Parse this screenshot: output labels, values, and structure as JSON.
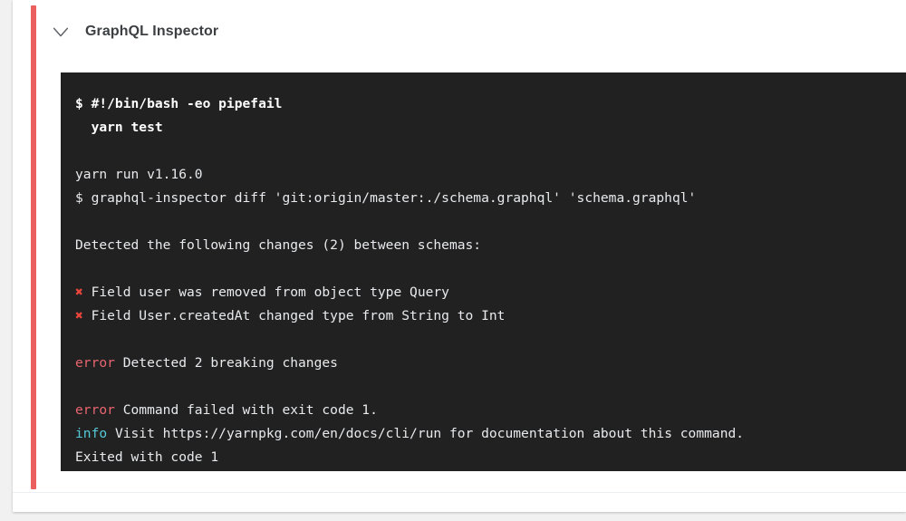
{
  "page": {
    "background_color": "#f1f1f1",
    "card_background": "#ffffff",
    "accent_color": "#ec5f5f"
  },
  "job": {
    "title": "GraphQL Inspector",
    "collapse_icon": "chevron-down-icon",
    "status_color": "#ec5f5f"
  },
  "console": {
    "background_color": "#212121",
    "text_color": "#e8eaed",
    "error_color": "#e8656f",
    "info_color": "#56c8d8",
    "cross_color": "#e8453c",
    "lines": [
      {
        "type": "command",
        "bold": true,
        "text": "$ #!/bin/bash -eo pipefail"
      },
      {
        "type": "command",
        "bold": true,
        "text": "  yarn test"
      },
      {
        "type": "blank",
        "text": ""
      },
      {
        "type": "output",
        "text": "yarn run v1.16.0"
      },
      {
        "type": "output",
        "text": "$ graphql-inspector diff 'git:origin/master:./schema.graphql' 'schema.graphql'"
      },
      {
        "type": "blank",
        "text": ""
      },
      {
        "type": "output",
        "text": "Detected the following changes (2) between schemas:"
      },
      {
        "type": "blank",
        "text": ""
      },
      {
        "type": "change",
        "marker": "✖",
        "text": " Field user was removed from object type Query"
      },
      {
        "type": "change",
        "marker": "✖",
        "text": " Field User.createdAt changed type from String to Int"
      },
      {
        "type": "blank",
        "text": ""
      },
      {
        "type": "error",
        "label": "error",
        "text": " Detected 2 breaking changes"
      },
      {
        "type": "blank",
        "text": ""
      },
      {
        "type": "error",
        "label": "error",
        "text": " Command failed with exit code 1."
      },
      {
        "type": "info",
        "label": "info",
        "text": " Visit https://yarnpkg.com/en/docs/cli/run for documentation about this command."
      },
      {
        "type": "output",
        "text": "Exited with code 1"
      }
    ]
  }
}
